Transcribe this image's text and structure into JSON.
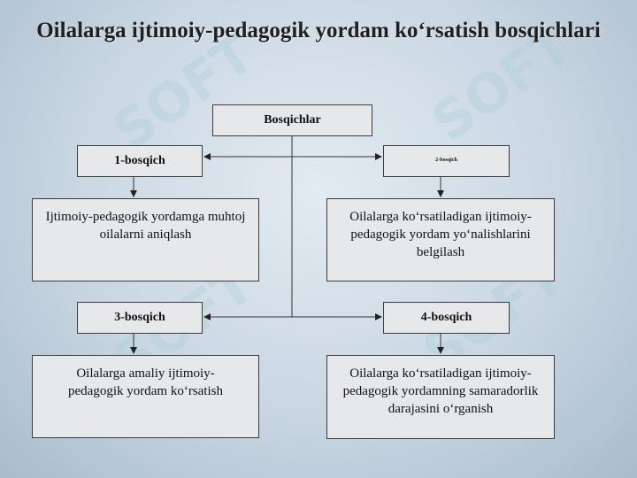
{
  "title": "Oilalarga ijtimoiy-pedagogik yordam ko‘rsatish bosqichlari",
  "watermark": "SOFT",
  "root": "Bosqichlar",
  "stages": [
    {
      "label": "1-bosqich",
      "text": "Ijtimoiy-pedagogik yordamga muhtoj oilalarni aniqlash"
    },
    {
      "label": "2-bosqich",
      "text": "Oilalarga ko‘rsatiladigan ijtimoiy-pedagogik yordam yo‘nalishlarini belgilash"
    },
    {
      "label": "3-bosqich",
      "text": "Oilalarga amaliy ijtimoiy-pedagogik yordam ko‘rsatish"
    },
    {
      "label": "4-bosqich",
      "text": "Oilalarga ko‘rsatiladigan ijtimoiy-pedagogik yordamning samaradorlik darajasini o‘rganish"
    }
  ],
  "colors": {
    "box_fill": "#e6e8ea",
    "border": "#3c3c3c",
    "watermark": "#aacdd7"
  }
}
